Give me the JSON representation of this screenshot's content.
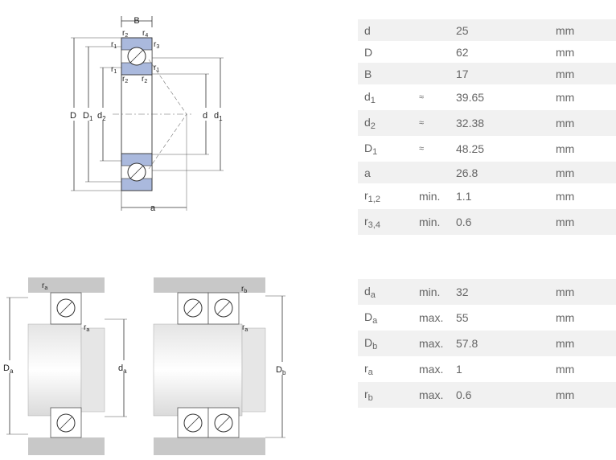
{
  "colors": {
    "ring_fill": "#aab9dd",
    "row_stripe": "#f1f1f1",
    "shaft_gray": "#c8c8c8"
  },
  "top_drawing_labels": {
    "B": "B",
    "D": "D",
    "D1": "D",
    "D1_sub": "1",
    "d2": "d",
    "d2_sub": "2",
    "d": "d",
    "d1": "d",
    "d1_sub": "1",
    "a": "a",
    "r1": "r",
    "r1_sub": "1",
    "r2": "r",
    "r2_sub": "2",
    "r3": "r",
    "r3_sub": "3",
    "r4": "r",
    "r4_sub": "4"
  },
  "bottom_left_labels": {
    "Da": "D",
    "Da_sub": "a",
    "da": "d",
    "da_sub": "a",
    "ra": "r",
    "ra_sub": "a"
  },
  "bottom_right_labels": {
    "Db": "D",
    "Db_sub": "b",
    "rb": "r",
    "rb_sub": "b",
    "ra": "r",
    "ra_sub": "a"
  },
  "dimensions": [
    {
      "sym": "d",
      "sub": "",
      "qual": "",
      "val": "25",
      "unit": "mm"
    },
    {
      "sym": "D",
      "sub": "",
      "qual": "",
      "val": "62",
      "unit": "mm"
    },
    {
      "sym": "B",
      "sub": "",
      "qual": "",
      "val": "17",
      "unit": "mm"
    },
    {
      "sym": "d",
      "sub": "1",
      "qual": "≈",
      "val": "39.65",
      "unit": "mm"
    },
    {
      "sym": "d",
      "sub": "2",
      "qual": "≈",
      "val": "32.38",
      "unit": "mm"
    },
    {
      "sym": "D",
      "sub": "1",
      "qual": "≈",
      "val": "48.25",
      "unit": "mm"
    },
    {
      "sym": "a",
      "sub": "",
      "qual": "",
      "val": "26.8",
      "unit": "mm"
    },
    {
      "sym": "r",
      "sub": "1,2",
      "qual": "min.",
      "val": "1.1",
      "unit": "mm"
    },
    {
      "sym": "r",
      "sub": "3,4",
      "qual": "min.",
      "val": "0.6",
      "unit": "mm"
    }
  ],
  "abutments": [
    {
      "sym": "d",
      "sub": "a",
      "qual": "min.",
      "val": "32",
      "unit": "mm"
    },
    {
      "sym": "D",
      "sub": "a",
      "qual": "max.",
      "val": "55",
      "unit": "mm"
    },
    {
      "sym": "D",
      "sub": "b",
      "qual": "max.",
      "val": "57.8",
      "unit": "mm"
    },
    {
      "sym": "r",
      "sub": "a",
      "qual": "max.",
      "val": "1",
      "unit": "mm"
    },
    {
      "sym": "r",
      "sub": "b",
      "qual": "max.",
      "val": "0.6",
      "unit": "mm"
    }
  ]
}
